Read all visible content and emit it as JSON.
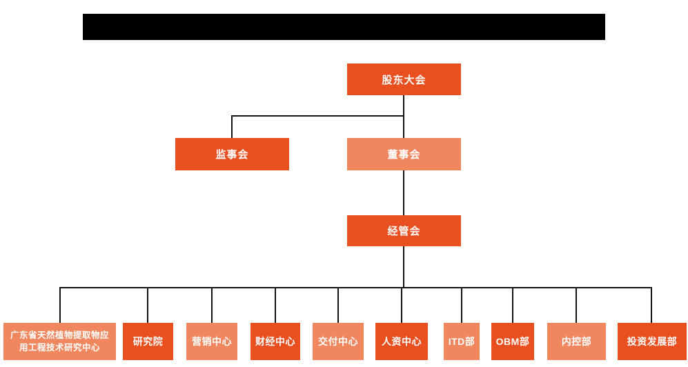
{
  "page": {
    "title_bar": {
      "redacted": true,
      "text": ""
    }
  },
  "org_chart": {
    "colors": {
      "primary": "#ea4f1f",
      "secondary": "#f0875f",
      "line": "#111111",
      "label_text": "#ffffff"
    },
    "nodes": {
      "shareholders_meeting": {
        "label": "股东大会",
        "level": 1
      },
      "supervisory_board": {
        "label": "监事会",
        "level": 2
      },
      "board_of_directors": {
        "label": "董事会",
        "level": 2
      },
      "management_committee": {
        "label": "经管会",
        "level": 3
      },
      "dept_research_center": {
        "label": "广东省天然植物提取物应用工程技术研究中心",
        "level": 4
      },
      "dept_research_institute": {
        "label": "研究院",
        "level": 4
      },
      "dept_marketing": {
        "label": "营销中心",
        "level": 4
      },
      "dept_finance": {
        "label": "财经中心",
        "level": 4
      },
      "dept_delivery": {
        "label": "交付中心",
        "level": 4
      },
      "dept_hr": {
        "label": "人资中心",
        "level": 4
      },
      "dept_itd": {
        "label": "ITD部",
        "level": 4
      },
      "dept_obm": {
        "label": "OBM部",
        "level": 4
      },
      "dept_internal_control": {
        "label": "内控部",
        "level": 4
      },
      "dept_investment": {
        "label": "投资发展部",
        "level": 4
      }
    }
  }
}
